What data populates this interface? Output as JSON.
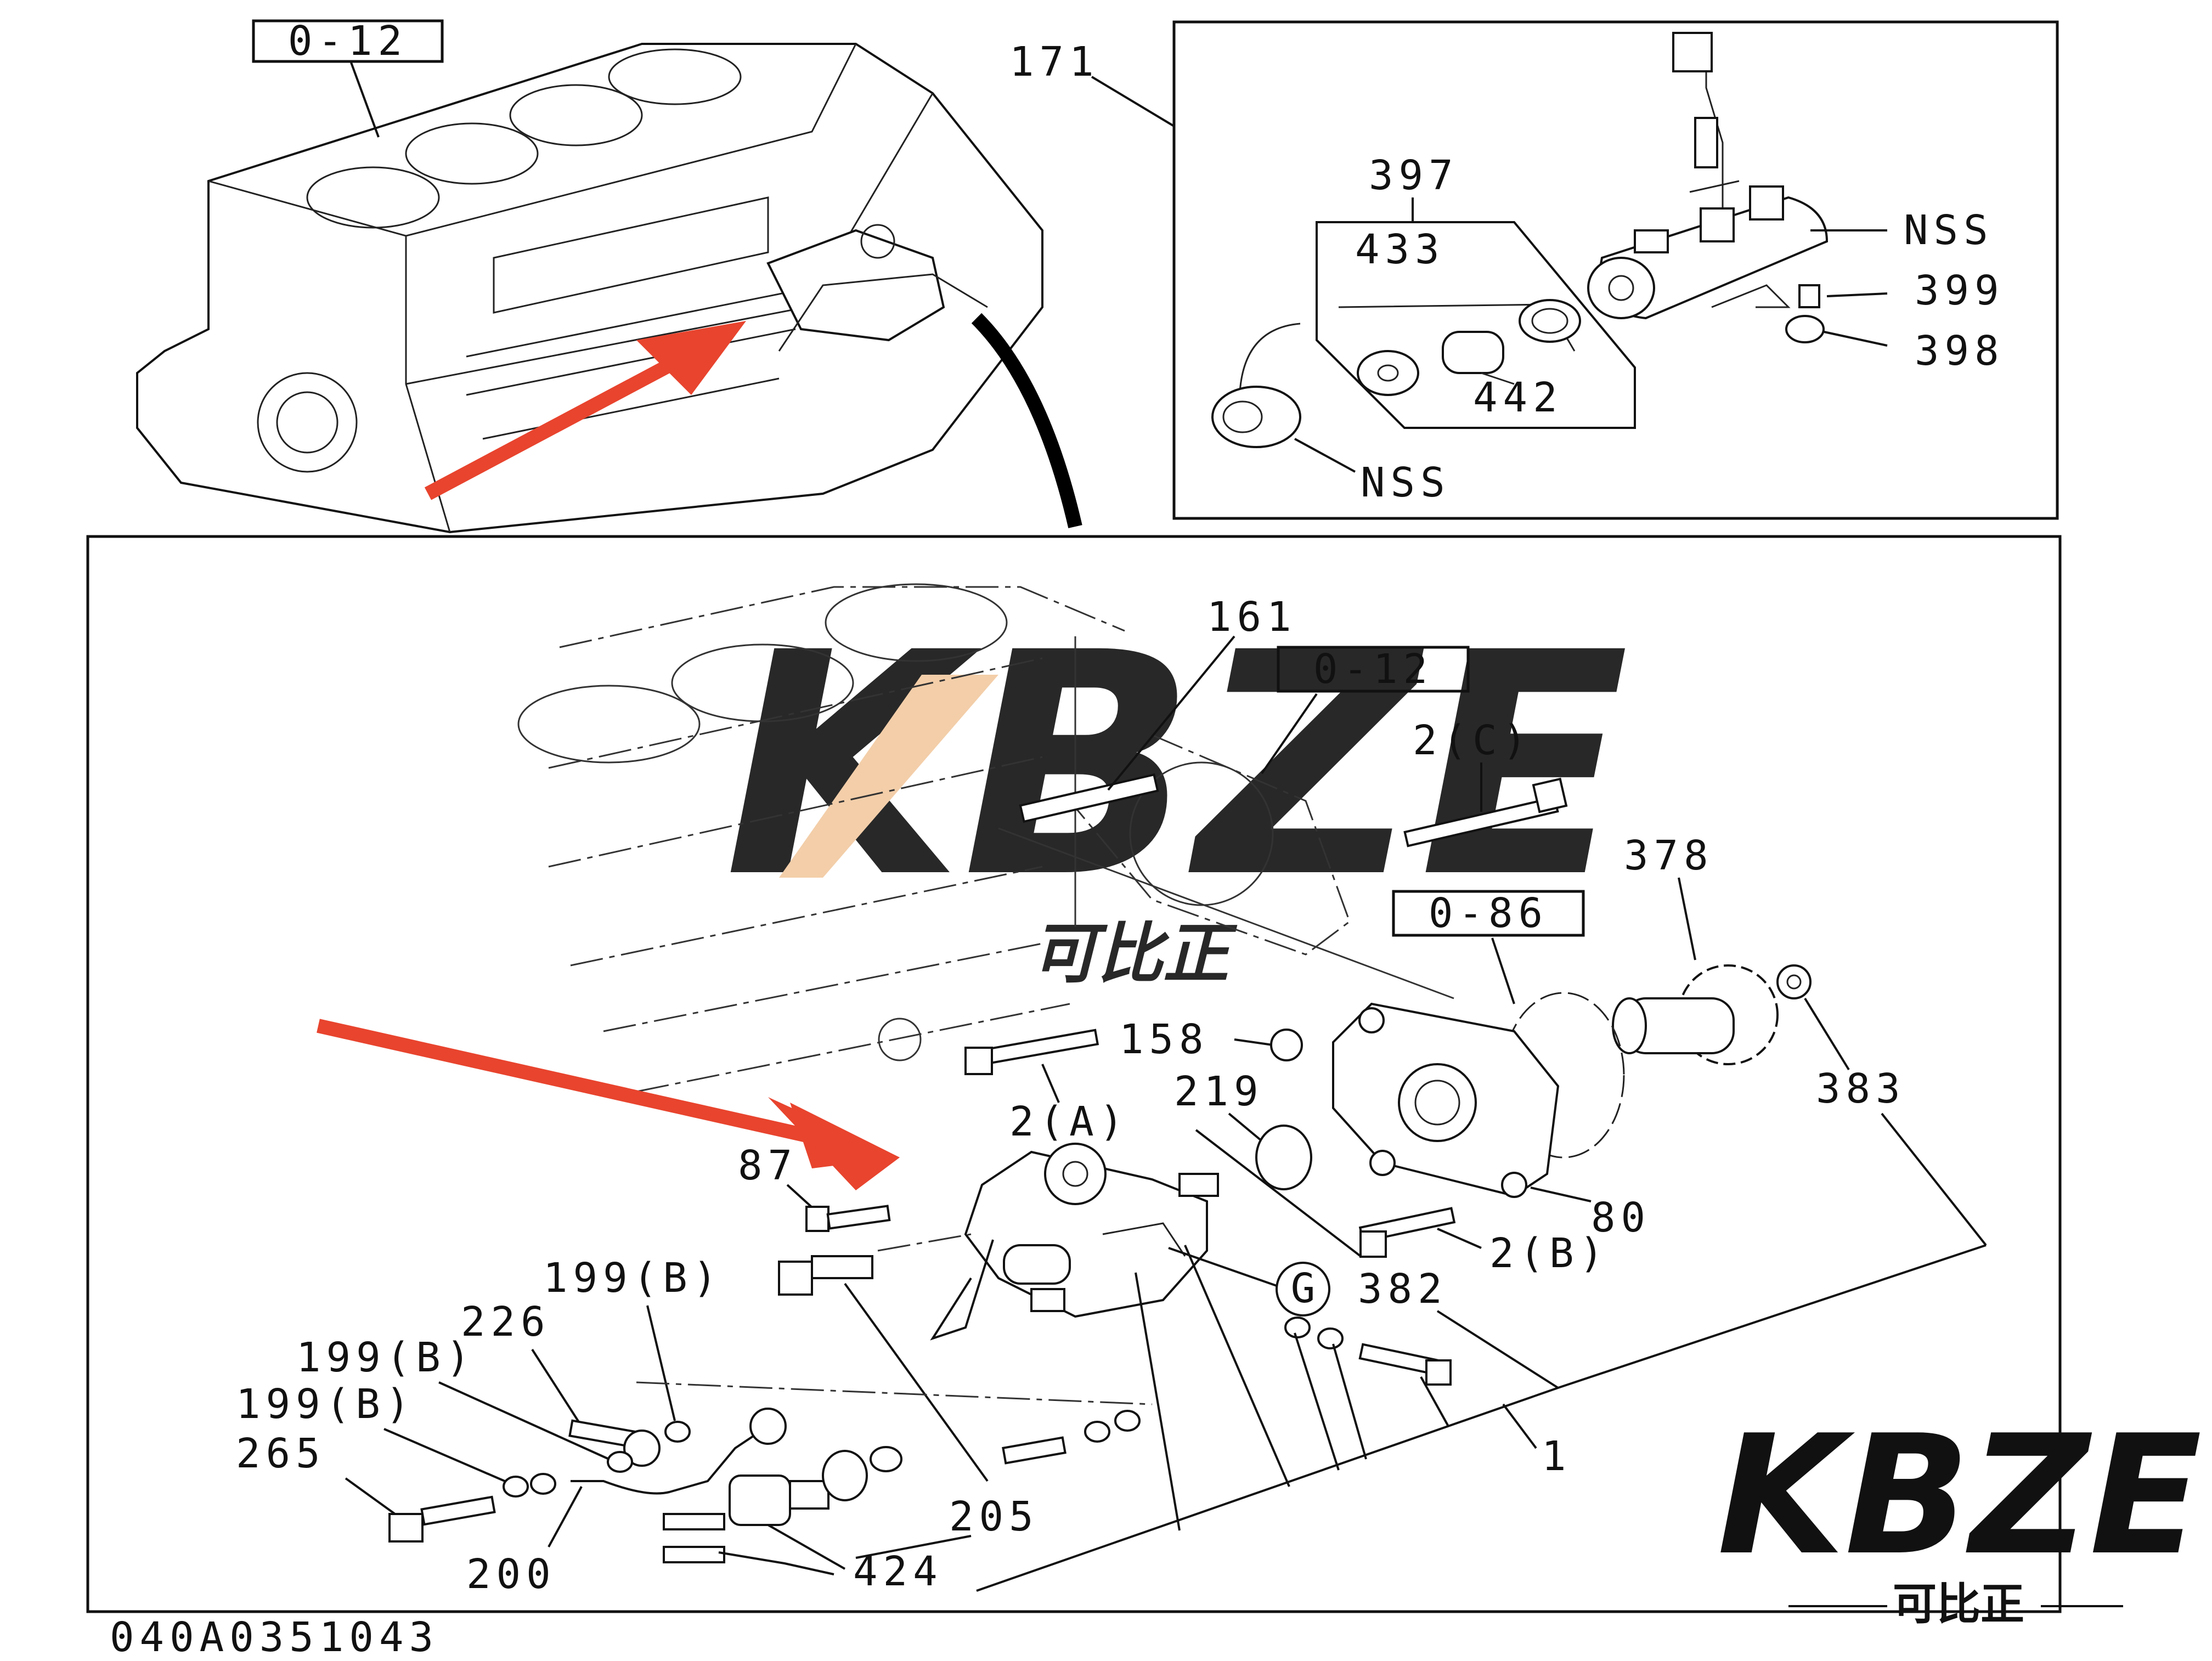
{
  "diagram": {
    "top_block_ref": "0-12",
    "inset_ref": "171",
    "inset_labels": [
      "397",
      "433",
      "442",
      "NSS",
      "NSS",
      "399",
      "398"
    ],
    "main_labels": {
      "l161": "161",
      "ref012": "0-12",
      "l2c": "2(C)",
      "l378": "378",
      "ref086": "0-86",
      "l383": "383",
      "l158": "158",
      "l2a": "2(A)",
      "l219": "219",
      "l87": "87",
      "l80": "80",
      "l2b": "2(B)",
      "lG": "G",
      "l382": "382",
      "l199b1": "199(B)",
      "l226": "226",
      "l199b2": "199(B)",
      "l199b3": "199(B)",
      "l265": "265",
      "l1": "1",
      "l205": "205",
      "l200": "200",
      "l424": "424"
    },
    "drawing_number": "040A0351043"
  },
  "watermark": {
    "text": "KBZE",
    "sub": "可比正"
  },
  "logo": {
    "text": "KBZE",
    "sub": "可比正"
  },
  "colors": {
    "arrow": "#e8442e",
    "line": "#111111",
    "watermark": "#c8c8c8",
    "watermark_accent": "#f2c9a0"
  }
}
